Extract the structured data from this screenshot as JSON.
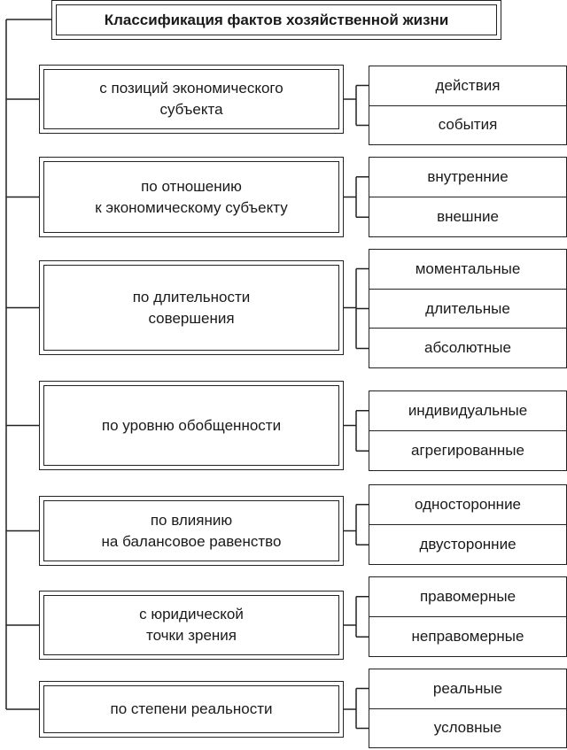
{
  "title": "Классификация фактов хозяйственной жизни",
  "groups": [
    {
      "criterion": "с позиций экономического\nсубъекта",
      "options": [
        "действия",
        "события"
      ]
    },
    {
      "criterion": "по отношению\nк экономическому субъекту",
      "options": [
        "внутренние",
        "внешние"
      ]
    },
    {
      "criterion": "по длительности\nсовершения",
      "options": [
        "моментальные",
        "длительные",
        "абсолютные"
      ]
    },
    {
      "criterion": "по уровню обобщенности",
      "options": [
        "индивидуальные",
        "агрегированные"
      ]
    },
    {
      "criterion": "по влиянию\nна балансовое равенство",
      "options": [
        "односторонние",
        "двусторонние"
      ]
    },
    {
      "criterion": "с юридической\nточки зрения",
      "options": [
        "правомерные",
        "неправомерные"
      ]
    },
    {
      "criterion": "по степени реальности",
      "options": [
        "реальные",
        "условные"
      ]
    }
  ]
}
